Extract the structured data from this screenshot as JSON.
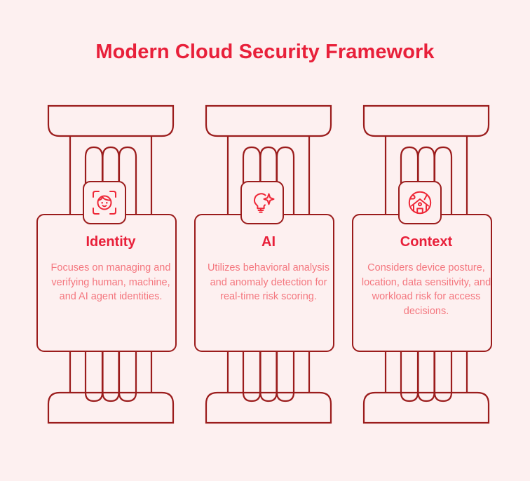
{
  "page": {
    "title": "Modern Cloud Security Framework",
    "background_color": "#FDF0F0",
    "title_color": "#E8203A",
    "stroke_color": "#9B1C1C",
    "body_text_color": "#F4777F"
  },
  "pillars": [
    {
      "id": "identity",
      "icon": "face-scan-icon",
      "title": "Identity",
      "description": "Focuses on managing and verifying human, machine, and AI agent identities."
    },
    {
      "id": "ai",
      "icon": "lightbulb-sparkle-icon",
      "title": "AI",
      "description": "Utilizes behavioral analysis and anomaly detection for real-time risk scoring."
    },
    {
      "id": "context",
      "icon": "landscape-circle-icon",
      "title": "Context",
      "description": "Considers device posture, location, data sensitivity, and workload risk for access decisions."
    }
  ]
}
